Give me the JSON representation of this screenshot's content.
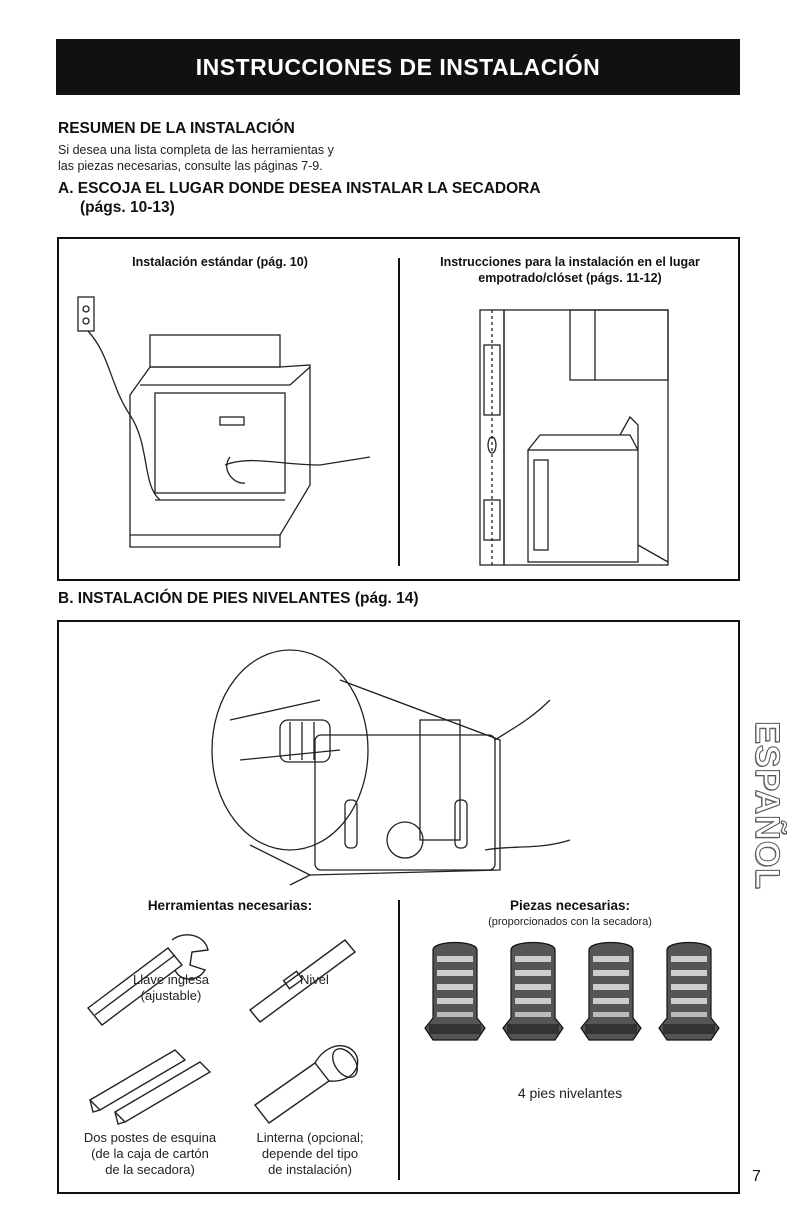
{
  "header": {
    "title": "INSTRUCCIONES DE INSTALACIÓN"
  },
  "summary": {
    "heading": "RESUMEN DE LA INSTALACIÓN",
    "line1": "Si desea una lista completa de las herramientas y",
    "line2": "las piezas necesarias, consulte las páginas 7-9."
  },
  "section_a": {
    "heading_line1": "A. ESCOJA EL LUGAR DONDE DESEA INSTALAR LA SECADORA",
    "heading_line2": "(págs. 10-13)",
    "left_caption": "Instalación estándar (pág. 10)",
    "right_caption_line1": "Instrucciones para la instalación en el lugar",
    "right_caption_line2": "empotrado/clóset (págs. 11-12)"
  },
  "section_b": {
    "heading": "B. INSTALACIÓN DE PIES NIVELANTES (pág. 14)",
    "tools_heading": "Herramientas necesarias:",
    "parts_heading": "Piezas necesarias:",
    "parts_sub": "(proporcionados con la secadora)",
    "tool_wrench_l1": "Llave inglesa",
    "tool_wrench_l2": "(ajustable)",
    "tool_level": "Nivel",
    "tool_posts_l1": "Dos postes de esquina",
    "tool_posts_l2": "(de la caja de cartón",
    "tool_posts_l3": "de la secadora)",
    "tool_flash_l1": "Linterna (opcional;",
    "tool_flash_l2": "depende del tipo",
    "tool_flash_l3": "de instalación)",
    "parts_label": "4 pies nivelantes"
  },
  "side_tab": {
    "text": "ESPAÑOL"
  },
  "page_number": "7"
}
